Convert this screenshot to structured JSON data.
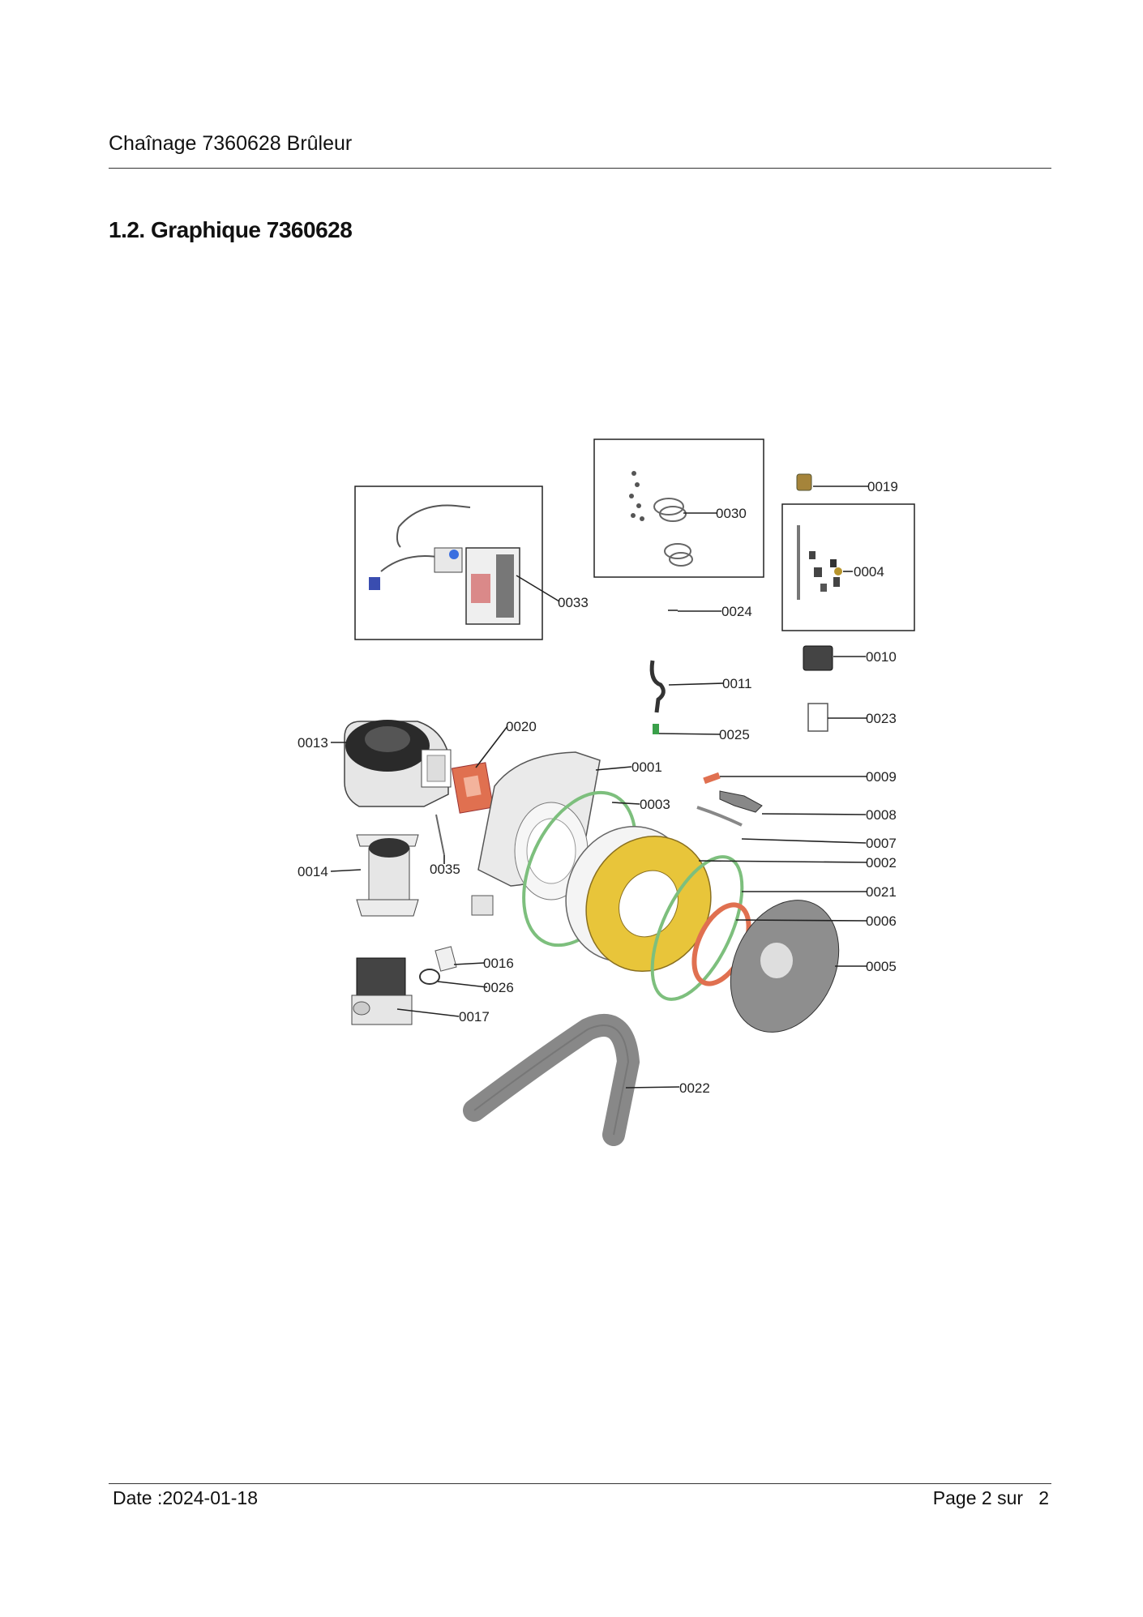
{
  "header": {
    "title": "Chaînage 7360628 Brûleur"
  },
  "section": {
    "title": "1.2. Graphique 7360628"
  },
  "diagram": {
    "callouts": [
      "0019",
      "0030",
      "0004",
      "0033",
      "0024",
      "0010",
      "0011",
      "0023",
      "0013",
      "0020",
      "0025",
      "0001",
      "0009",
      "0003",
      "0008",
      "0007",
      "0002",
      "0014",
      "0035",
      "0021",
      "0006",
      "0016",
      "0005",
      "0026",
      "0017",
      "0022"
    ]
  },
  "footer": {
    "date": "Date :2024-01-18",
    "page_prefix": "Page 2 sur",
    "page_total": "2"
  },
  "colors": {
    "burner_ring": "#e8c53a",
    "gasket": "#e07050",
    "o_ring": "#7dbf7d",
    "dome": "#9a9a9a"
  }
}
